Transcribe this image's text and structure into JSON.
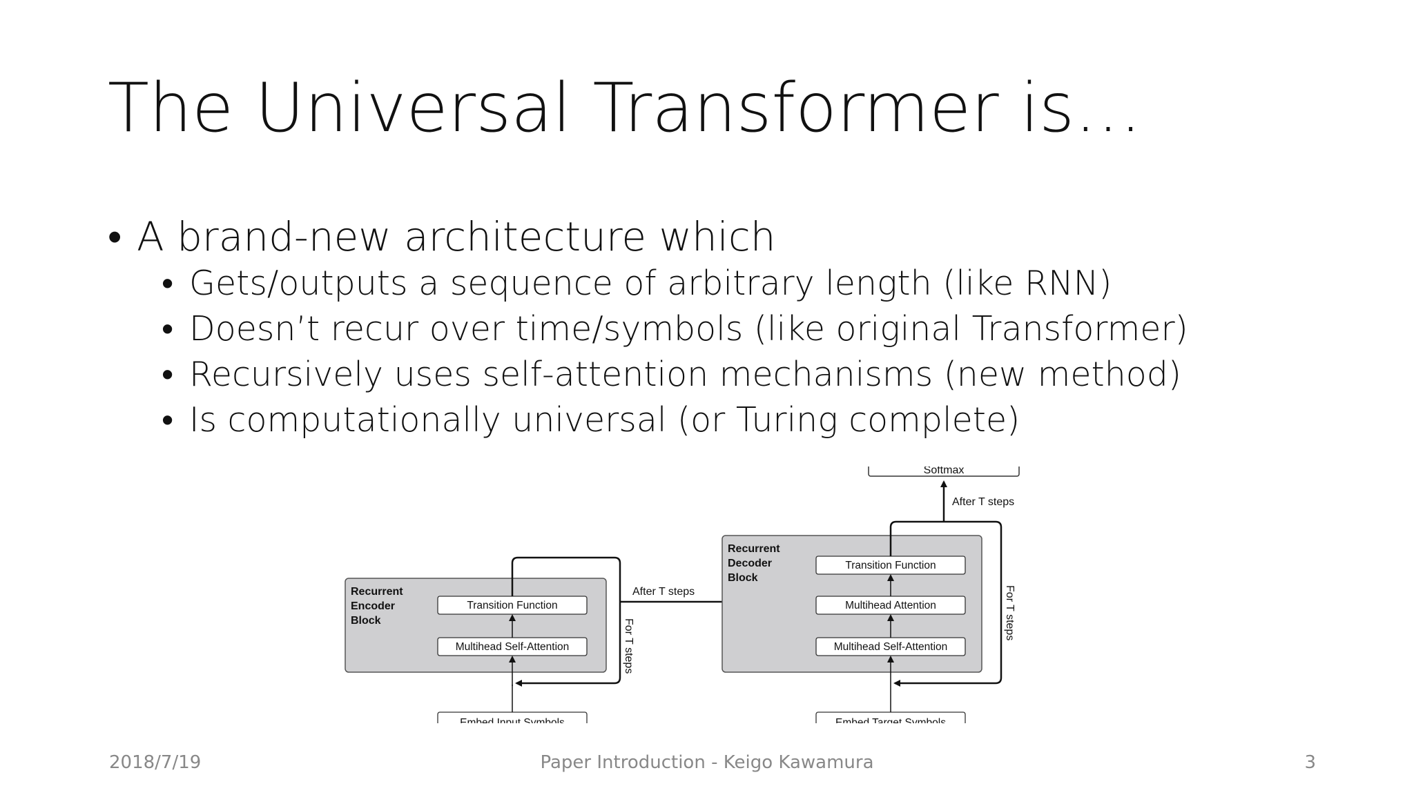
{
  "slide": {
    "title": "The Universal Transformer is…",
    "bullet_main": "A brand-new architecture which",
    "sub_bullets": [
      "Gets/outputs a sequence of arbitrary length (like RNN)",
      "Doesn’t recur over time/symbols (like original Transformer)",
      "Recursively uses self-attention mechanisms (new method)",
      "Is computationally universal (or Turing complete)"
    ]
  },
  "diagram": {
    "softmax": "Softmax",
    "after_t_steps_top": "After T steps",
    "after_t_steps_mid": "After T steps",
    "for_t_steps_encoder": "For T steps",
    "for_t_steps_decoder": "For T steps",
    "encoder": {
      "label_lines": [
        "Recurrent",
        "Encoder",
        "Block"
      ],
      "transition": "Transition Function",
      "attention": "Multihead Self-Attention",
      "embed": "Embed Input Symbols"
    },
    "decoder": {
      "label_lines": [
        "Recurrent",
        "Decoder",
        "Block"
      ],
      "transition": "Transition Function",
      "multihead": "Multihead Attention",
      "self_attention": "Multihead Self-Attention",
      "embed": "Embed Target Symbols"
    }
  },
  "footer": {
    "date": "2018/7/19",
    "center": "Paper Introduction - Keigo Kawamura",
    "page": "3"
  }
}
